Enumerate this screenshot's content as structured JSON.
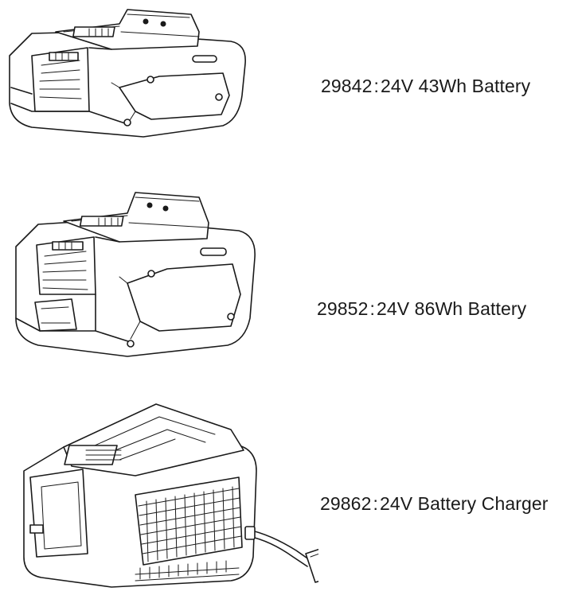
{
  "products": [
    {
      "code": "29842",
      "separator": ":",
      "description": "24V 43Wh Battery",
      "image_icon": "battery-small-icon"
    },
    {
      "code": "29852",
      "separator": ":",
      "description": "24V 86Wh Battery",
      "image_icon": "battery-large-icon"
    },
    {
      "code": "29862",
      "separator": ":",
      "description": "24V Battery Charger",
      "image_icon": "battery-charger-icon"
    }
  ]
}
